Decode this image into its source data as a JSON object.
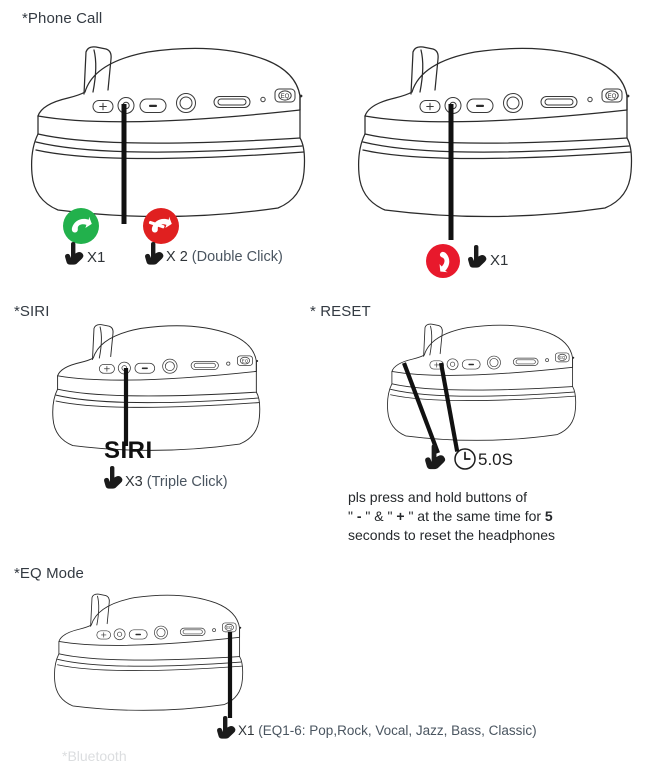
{
  "document": {
    "type": "headphone-button-instruction-sheet",
    "background_color": "#ffffff",
    "text_color": "#2f3438"
  },
  "sections": [
    {
      "id": "phone-call",
      "heading": "*Phone Call",
      "callouts": [
        {
          "id": "answer-call",
          "icon": "answer-call-icon",
          "icon_color": "#22b14c",
          "count_label": "X1",
          "note": "",
          "target_button": "multifunction-button"
        },
        {
          "id": "reject-call",
          "icon": "reject-call-icon",
          "icon_color": "#e02020",
          "count_label": "X 2",
          "note": "(Double Click)",
          "target_button": "multifunction-button"
        },
        {
          "id": "end-call",
          "icon": "end-call-icon",
          "icon_color": "#e8192c",
          "count_label": "X1",
          "note": "",
          "target_button": "multifunction-button"
        }
      ]
    },
    {
      "id": "siri",
      "heading": "*SIRI",
      "word": "SIRI",
      "count_label": "X3",
      "note": "(Triple Click)",
      "target_button": "multifunction-button"
    },
    {
      "id": "reset",
      "heading": "* RESET",
      "duration_label": "5.0S",
      "clock_icon": "clock-icon",
      "note_line_1": "pls press and hold buttons of",
      "note_line_2_pre": "\" ",
      "note_minus": "-",
      "note_line_2_mid": " \" & \" ",
      "note_plus": "+",
      "note_line_2_post": " \" at the same time for ",
      "note_bold_number": "5",
      "note_line_3": "seconds to reset the headphones",
      "target_buttons": [
        "volume-down-button",
        "volume-up-button"
      ]
    },
    {
      "id": "eq-mode",
      "heading": "*EQ Mode",
      "count_label": "X1",
      "note": "(EQ1-6: Pop,Rock, Vocal, Jazz, Bass, Classic)",
      "target_button": "eq-button"
    }
  ],
  "headphone": {
    "controls": [
      {
        "name": "volume-up-button",
        "glyph": "+",
        "shape": "rounded-rect"
      },
      {
        "name": "multifunction-button",
        "glyph": "",
        "shape": "circle-dot"
      },
      {
        "name": "volume-down-button",
        "glyph": "-",
        "shape": "rounded-rect"
      },
      {
        "name": "aux-jack",
        "glyph": "",
        "shape": "circle-ring"
      },
      {
        "name": "usb-c-port",
        "glyph": "",
        "shape": "rounded-slot"
      },
      {
        "name": "led-indicator",
        "glyph": "",
        "shape": "small-dot"
      },
      {
        "name": "eq-button",
        "glyph": "EQ",
        "shape": "rounded-rect-label"
      }
    ]
  }
}
